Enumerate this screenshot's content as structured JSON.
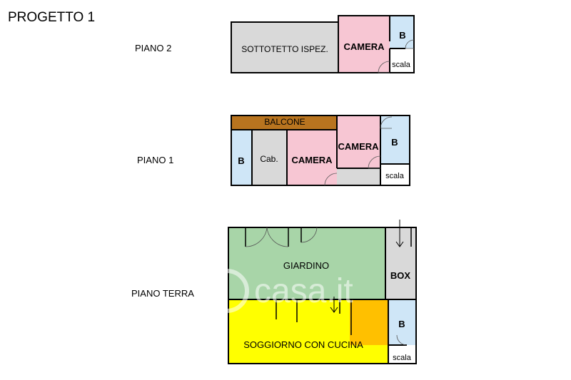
{
  "project_title": "PROGETTO 1",
  "floors": {
    "piano2": {
      "label": "PIANO 2",
      "sottotetto": "SOTTOTETTO ISPEZ.",
      "camera": "CAMERA",
      "bagno": "B",
      "scala": "scala"
    },
    "piano1": {
      "label": "PIANO 1",
      "balcone": "BALCONE",
      "bagno_left": "B",
      "cabina": "Cab.",
      "camera_a": "CAMERA",
      "camera_b": "CAMERA",
      "bagno_right": "B",
      "scala": "scala"
    },
    "piano_terra": {
      "label": "PIANO TERRA",
      "giardino": "GIARDINO",
      "box": "BOX",
      "soggiorno": "SOGGIORNO CON CUCINA",
      "bagno": "B",
      "scala": "scala"
    }
  },
  "watermark": "casa.it",
  "colors": {
    "wall": "#000000",
    "grey_room": "#d9d9d9",
    "camera_pink": "#f7c6d3",
    "bath_blue": "#cfe6f7",
    "balcony_brown": "#b8741f",
    "garden_green": "#a8d5a8",
    "living_yellow": "#ffff00",
    "kitchen_orange": "#ffc000",
    "white": "#ffffff"
  }
}
